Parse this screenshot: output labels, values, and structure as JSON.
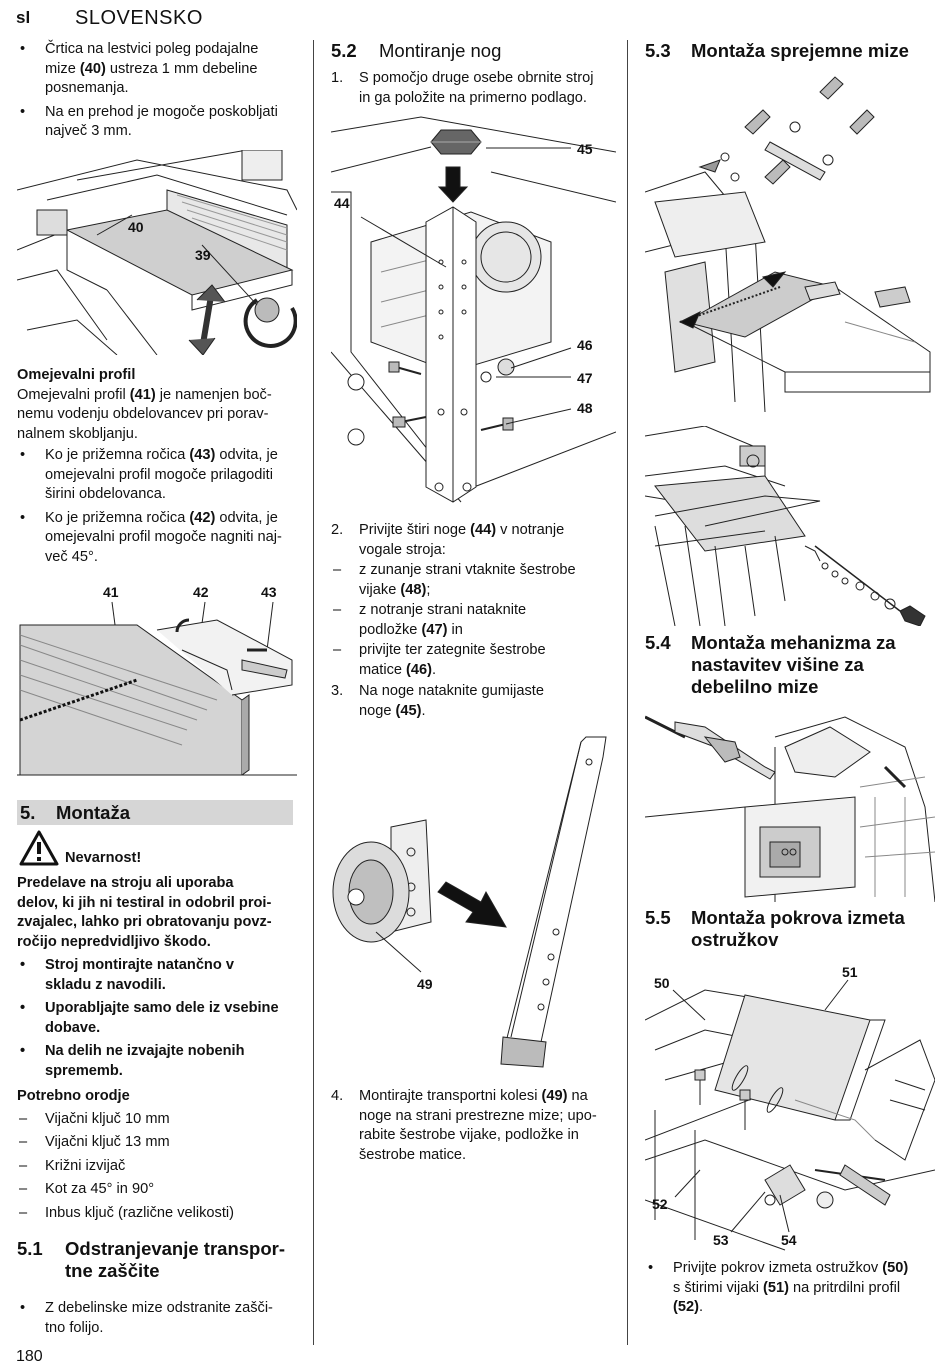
{
  "header": {
    "lang_code": "sl",
    "language": "SLOVENSKO"
  },
  "page_number": "180",
  "col1": {
    "bullets_top": [
      [
        "Črtica na lestvici poleg podajalne",
        "mize ",
        "(40)",
        " ustreza 1 mm debeline",
        "posnemanja."
      ],
      [
        "Na en prehod je mogoče poskobljati",
        "največ 3 mm."
      ]
    ],
    "fig1_labels": [
      "40",
      "39"
    ],
    "omejevalni": {
      "title": "Omejevalni profil",
      "intro_a": "Omejevalni profil ",
      "intro_b": "(41)",
      "intro_c": " je namenjen boč-",
      "intro_d": "nemu vodenju obdelovancev pri porav-",
      "intro_e": "nalnem skobljanju.",
      "b1": [
        "Ko je prižemna ročica ",
        "(43)",
        " odvita, je",
        "omejevalni profil mogoče prilagoditi",
        "širini obdelovanca."
      ],
      "b2": [
        "Ko je prižemna ročica ",
        "(42)",
        " odvita, je",
        "omejevalni profil mogoče nagniti naj-",
        "več 45°."
      ]
    },
    "fig2_labels": [
      "41",
      "42",
      "43"
    ],
    "section5": {
      "num": "5.",
      "title": "Montaža"
    },
    "warning": {
      "title": "Nevarnost!",
      "text": [
        "Predelave na stroju ali uporaba",
        "delov, ki jih ni testiral in odobril proi-",
        "zvajalec, lahko pri obratovanju povz-",
        "ročijo nepredvidljivo škodo."
      ],
      "bullets": [
        [
          "Stroj montirajte natančno v",
          "skladu z navodili."
        ],
        [
          "Uporabljajte samo dele iz vsebine",
          "dobave."
        ],
        [
          "Na delih ne izvajajte nobenih",
          "sprememb."
        ]
      ]
    },
    "tools": {
      "title": "Potrebno orodje",
      "items": [
        "Vijačni ključ 10 mm",
        "Vijačni ključ 13 mm",
        "Križni izvijač",
        "Kot za 45° in 90°",
        "Inbus ključ (različne velikosti)"
      ]
    },
    "s51": {
      "num": "5.1",
      "title": [
        "Odstranjevanje transpor-",
        "tne zaščite"
      ],
      "bullet": [
        "Z debelinske mize odstranite zašči-",
        "tno folijo."
      ]
    }
  },
  "col2": {
    "s52": {
      "num": "5.2",
      "title": "Montiranje nog"
    },
    "step1": {
      "num": "1.",
      "lines": [
        "S pomočjo druge osebe obrnite stroj",
        "in ga položite na primerno podlago."
      ]
    },
    "fig3_labels": [
      "45",
      "44",
      "46",
      "47",
      "48"
    ],
    "step2": {
      "num": "2.",
      "l1a": "Privijte štiri noge ",
      "l1b": "(44)",
      "l1c": " v notranje",
      "l2": "vogale stroja:",
      "d1": [
        "z zunanje strani vtaknite šestrobe",
        "vijake ",
        "(48)",
        ";"
      ],
      "d2": [
        "z notranje strani nataknite",
        "podložke ",
        "(47)",
        " in"
      ],
      "d3": [
        "privijte ter zategnite šestrobe",
        "matice ",
        "(46)",
        "."
      ]
    },
    "step3": {
      "num": "3.",
      "lines": [
        "Na noge nataknite gumijaste",
        "noge "
      ],
      "ref": "(45)",
      "end": "."
    },
    "fig4_labels": [
      "49"
    ],
    "step4": {
      "num": "4.",
      "a": "Montirajte transportni kolesi ",
      "b": "(49)",
      "c": " na",
      "lines": [
        "noge na strani prestrezne mize; upo-",
        "rabite šestrobe vijake, podložke in",
        "šestrobe matice."
      ]
    }
  },
  "col3": {
    "s53": {
      "num": "5.3",
      "title": "Montaža sprejemne mize"
    },
    "s54": {
      "num": "5.4",
      "title": [
        "Montaža mehanizma za",
        "nastavitev višine za",
        "debelilno mize"
      ]
    },
    "s55": {
      "num": "5.5",
      "title": [
        "Montaža pokrova izmeta",
        "ostružkov"
      ]
    },
    "fig8_labels": [
      "50",
      "51",
      "52",
      "53",
      "54"
    ],
    "bullet": {
      "a": "Privijte pokrov izmeta ostružkov ",
      "b": "(50)",
      "c": "s štirimi vijaki ",
      "d": "(51)",
      "e": " na pritrdilni profil",
      "f": "(52)",
      "g": "."
    }
  }
}
